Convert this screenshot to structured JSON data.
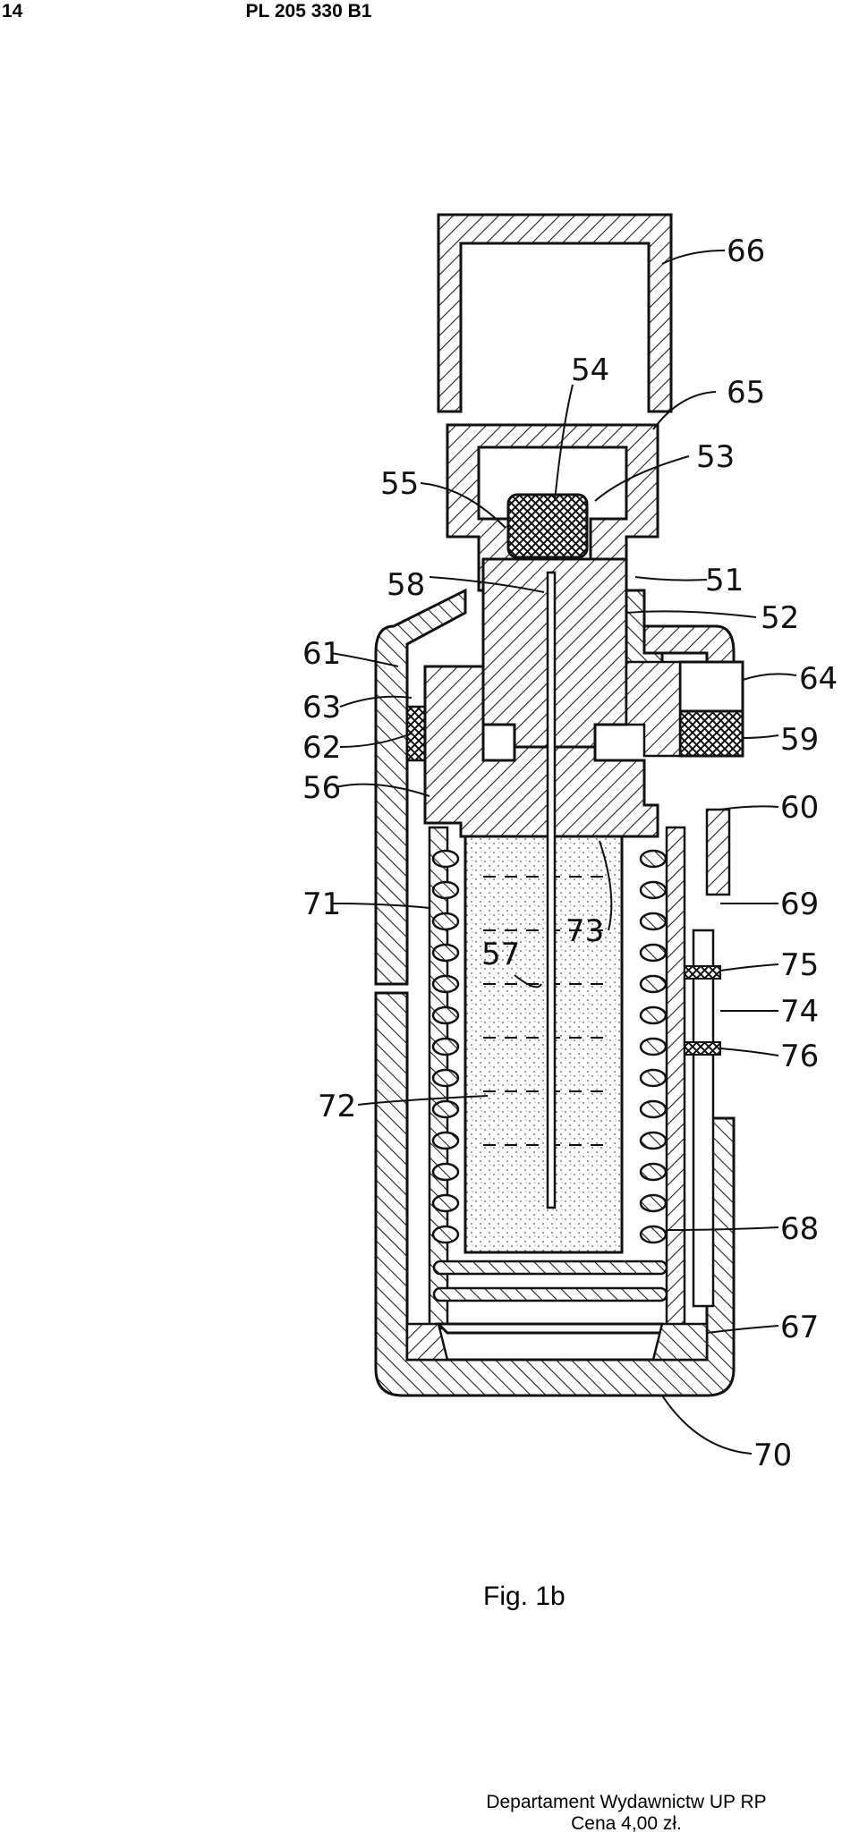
{
  "header": {
    "page_number": "14",
    "patent_id": "PL 205 330 B1"
  },
  "figure": {
    "caption": "Fig. 1b",
    "reference_numerals": [
      "66",
      "54",
      "65",
      "53",
      "55",
      "51",
      "58",
      "52",
      "61",
      "64",
      "63",
      "59",
      "62",
      "56",
      "60",
      "71",
      "69",
      "73",
      "57",
      "75",
      "74",
      "76",
      "72",
      "68",
      "67",
      "70"
    ]
  },
  "footer": {
    "publisher": "Departament Wydawnictw UP RP",
    "price": "Cena 4,00 zł."
  }
}
